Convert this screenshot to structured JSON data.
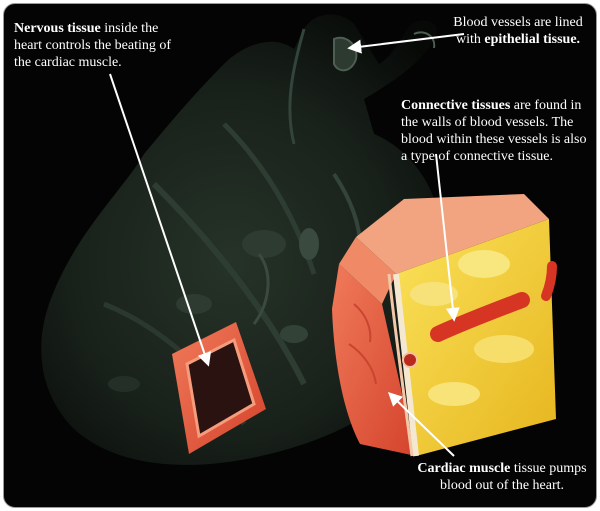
{
  "labels": {
    "nervous": {
      "bold": "Nervous tissue",
      "rest": " inside the heart controls the beating of the cardiac muscle."
    },
    "epithelial": {
      "plain": "Blood vessels are lined with ",
      "bold": "epithelial tissue."
    },
    "connective": {
      "bold": "Connective tissues",
      "rest": " are found in the walls of blood vessels. The blood within these vessels is also a type of connective tissue."
    },
    "cardiac": {
      "bold": "Cardiac muscle",
      "rest": " tissue pumps blood out of the heart."
    }
  },
  "colors": {
    "background": "#040404",
    "heart": "#1b241d",
    "muscle": "#e85a3e",
    "fat": "#f3cf2c",
    "vessel": "#d63524",
    "text": "#ffffff"
  }
}
